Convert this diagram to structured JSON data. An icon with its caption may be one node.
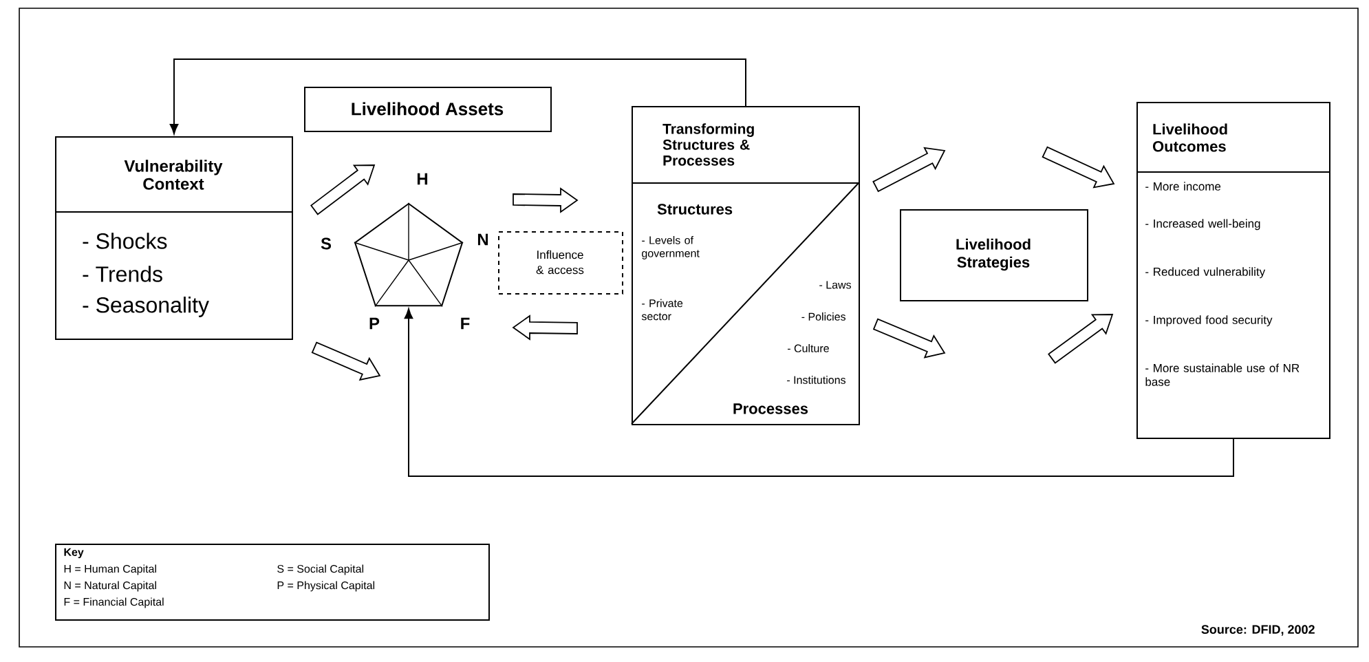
{
  "diagram": {
    "nodes": [
      {
        "text": [
          "Vulnerability Context",
          "- Shocks",
          "- Trends",
          "- Seasonality"
        ]
      },
      {
        "text": [
          "Livelihood Assets"
        ]
      },
      {
        "text": [],
        "shape": "pentagon"
      },
      {
        "text": [
          "Influence & access"
        ]
      },
      {
        "text": [
          "Transforming Structures & Processes",
          "Structures",
          "- Levels of government",
          "- Private sector",
          "- Laws",
          "- Policies",
          "- Culture",
          "- Institutions",
          "Processes"
        ]
      },
      {
        "text": [
          "Livelihood Strategies"
        ]
      },
      {
        "text": [
          "Livelihood Outcomes",
          "- More income",
          "- Increased well-being",
          "- Reduced vulnerability",
          "- Improved food security",
          "- More sustainable use of NR base"
        ]
      },
      {
        "text": [
          "Key",
          "H = Human Capital",
          "S = Social Capital",
          "N = Natural Capital",
          "P = Physical Capital",
          "F = Financial Capital"
        ]
      }
    ],
    "edges": [
      {
        "from": 0,
        "to": 2,
        "arrow": "to"
      },
      {
        "from": 0,
        "to": 2,
        "arrow": "to"
      },
      {
        "from": 2,
        "to": 4,
        "arrow": "to"
      },
      {
        "from": 4,
        "to": 2,
        "arrow": "to"
      },
      {
        "from": 4,
        "to": 5,
        "arrow": "to"
      },
      {
        "from": 5,
        "to": 6,
        "arrow": "to"
      },
      {
        "from": 4,
        "to": 5,
        "arrow": "to"
      },
      {
        "from": 5,
        "to": 6,
        "arrow": "to"
      },
      {
        "from": 4,
        "to": 0,
        "arrow": "to"
      },
      {
        "from": 6,
        "to": 2,
        "arrow": "to"
      }
    ],
    "labels": [
      "H",
      "S",
      "N",
      "P",
      "F",
      "Source: DFID, 2002"
    ]
  }
}
